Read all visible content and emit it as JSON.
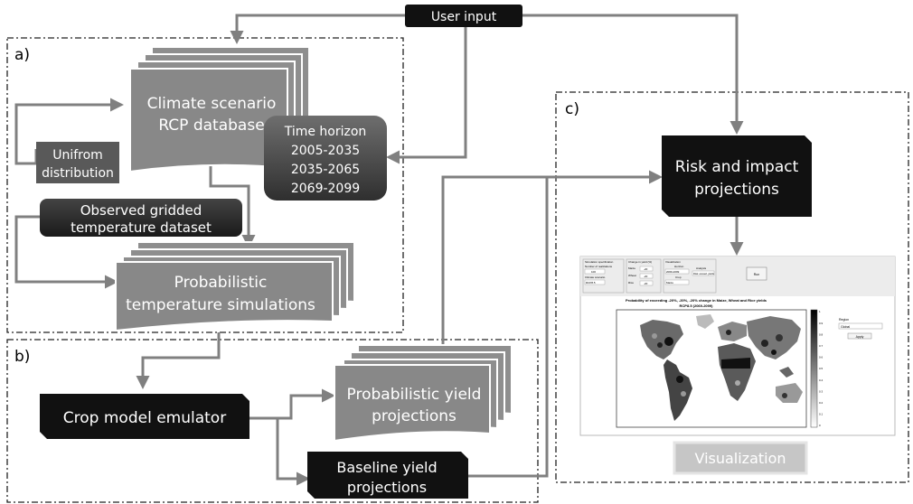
{
  "top": {
    "user_input": "User input"
  },
  "section_labels": {
    "a": "a)",
    "b": "b)",
    "c": "c)"
  },
  "boxes": {
    "climate_line1": "Climate scenario",
    "climate_line2": "RCP database",
    "time_line1": "Time horizon",
    "time_line2": "2005-2035",
    "time_line3": "2035-2065",
    "time_line4": "2069-2099",
    "unifrom_line1": "Unifrom",
    "unifrom_line2": "distribution",
    "observed_line1": "Observed gridded",
    "observed_line2": "temperature dataset",
    "prob_temp_line1": "Probabilistic",
    "prob_temp_line2": "temperature simulations",
    "crop_emulator": "Crop model emulator",
    "prob_yield_line1": "Probabilistic yield",
    "prob_yield_line2": "projections",
    "baseline_line1": "Baseline yield",
    "baseline_line2": "projections",
    "risk_line1": "Risk and impact",
    "risk_line2": "projections",
    "visualization": "Visualization"
  },
  "screenshot": {
    "panel_sim_spec": "Simulation specification",
    "num_realizations_label": "Number of realizations",
    "num_realizations_value": "100",
    "climate_scenario_label": "Climate scenario",
    "climate_scenario_value": "RCP8.5",
    "change_yield_label": "Change in yield (%)",
    "maize_label": "Maize",
    "maize_value": "-20",
    "wheat_label": "Wheat",
    "wheat_value": "-20",
    "rice_label": "Rice",
    "rice_value": "-20",
    "visualization_label": "Visualization",
    "horizon_label": "Horizon",
    "horizon_value": "2069-2099",
    "crop_label": "Crop",
    "crop_value": "Maize",
    "analysis_label": "Analysis",
    "analysis_value": "Risk: exceed. yields",
    "run_button": "Run",
    "map_title_line1": "Probability of exceeding -20%, -20%, -20% change in Maize, Wheat and Rice yields",
    "map_title_line2": "RCP8.5 (2069-2099)",
    "region_label": "Region",
    "region_value": "Global",
    "apply_button": "Apply",
    "colorbar_ticks": [
      "1",
      "0.9",
      "0.8",
      "0.7",
      "0.6",
      "0.5",
      "0.4",
      "0.3",
      "0.2",
      "0.1",
      "0"
    ]
  },
  "colors": {
    "black_box": "#111111",
    "dark_gray_box": "#4d4d4d",
    "mid_gray_box": "#8a8a8a",
    "light_gray_box": "#c8c8c8",
    "arrow": "#808080"
  }
}
